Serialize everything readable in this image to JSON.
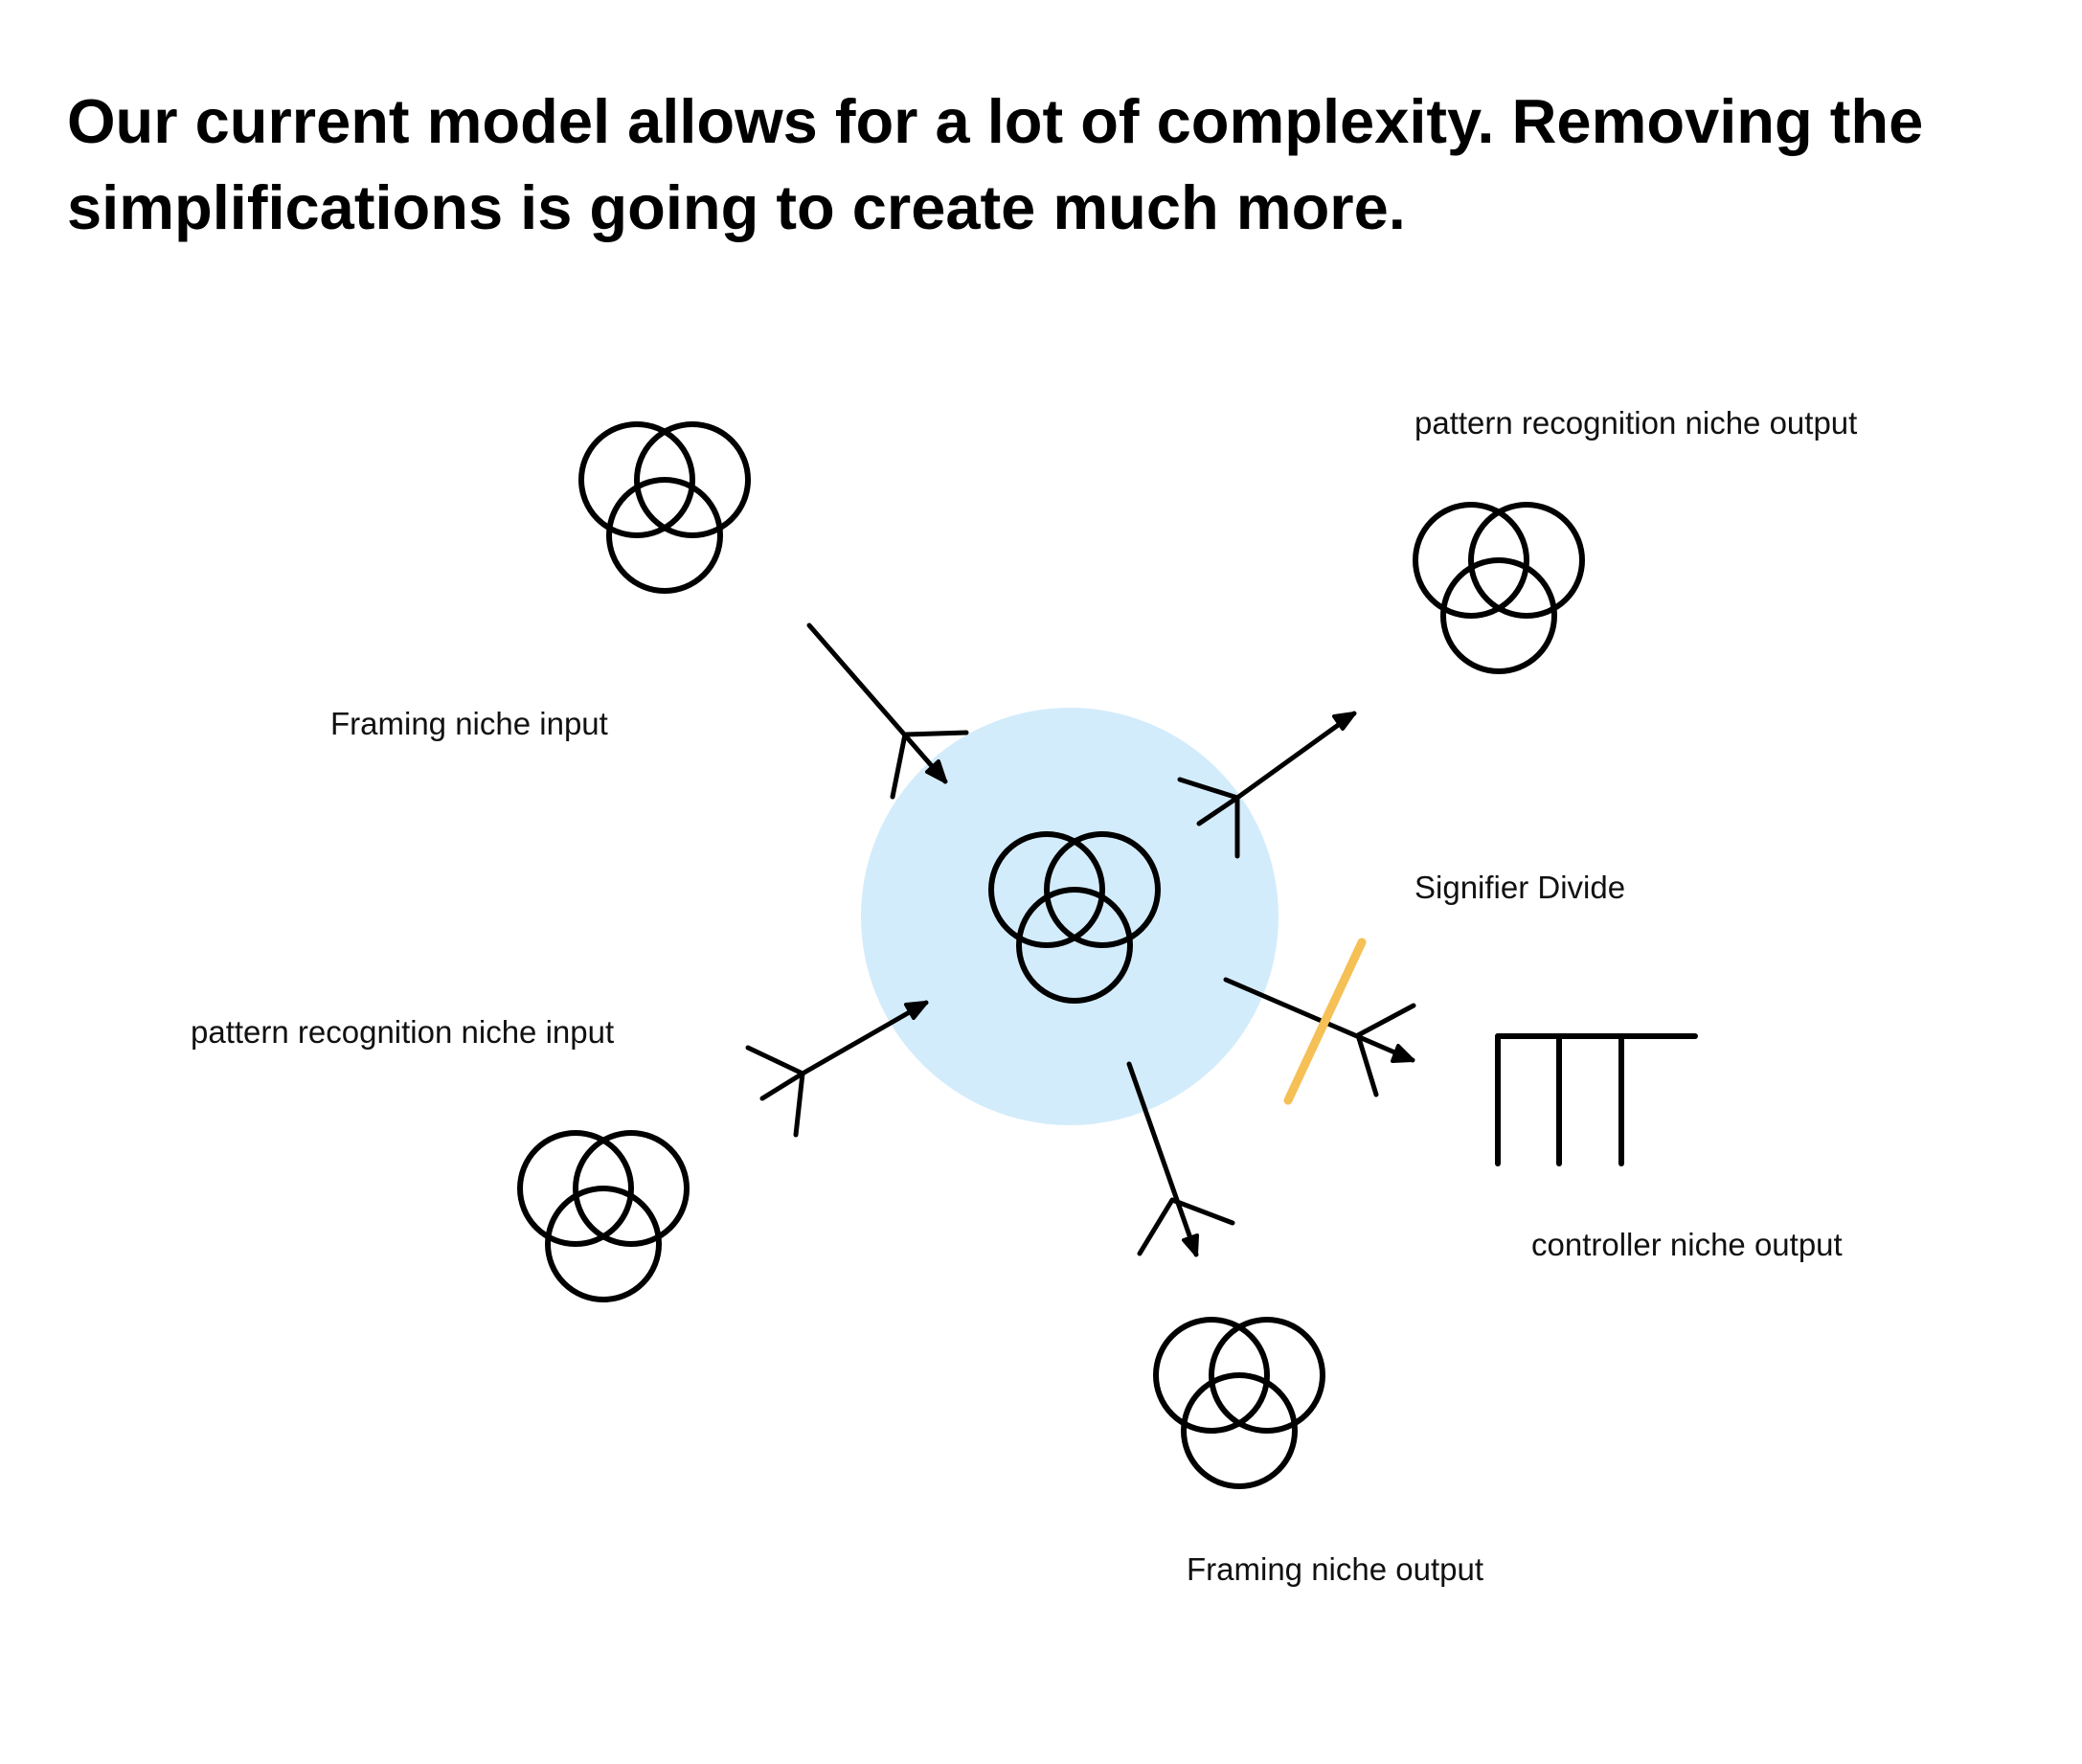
{
  "title": "Our current model allows for a lot of complexity. Removing the simplifications is going to create much more.",
  "labels": {
    "framing_input": "Framing niche input",
    "pattern_input": "pattern recognition niche input",
    "pattern_output": "pattern recognition niche output",
    "signifier_divide": "Signifier Divide",
    "controller_output": "controller niche output",
    "framing_output": "Framing niche output"
  },
  "icons": {
    "niche": "triple-circle-icon",
    "controller": "comb-icon",
    "arrow": "feathered-arrow-icon",
    "divide": "divider-slash"
  },
  "colors": {
    "center_circle": "#d3ecfb",
    "divide_line": "#f5c055",
    "stroke": "#000000"
  }
}
